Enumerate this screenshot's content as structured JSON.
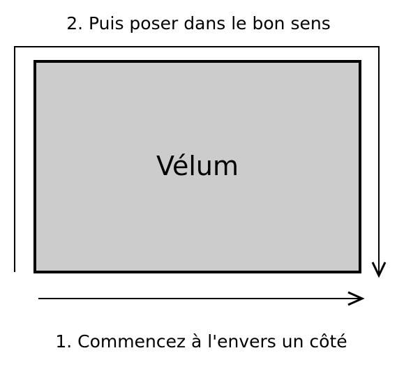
{
  "labels": {
    "top_instruction": "2. Puis poser dans le bon sens",
    "bottom_instruction": "1. Commencez à l'envers un côté",
    "panel_label": "Vélum"
  },
  "colors": {
    "panel_fill": "#cccccc",
    "stroke": "#000000",
    "background": "#ffffff"
  }
}
